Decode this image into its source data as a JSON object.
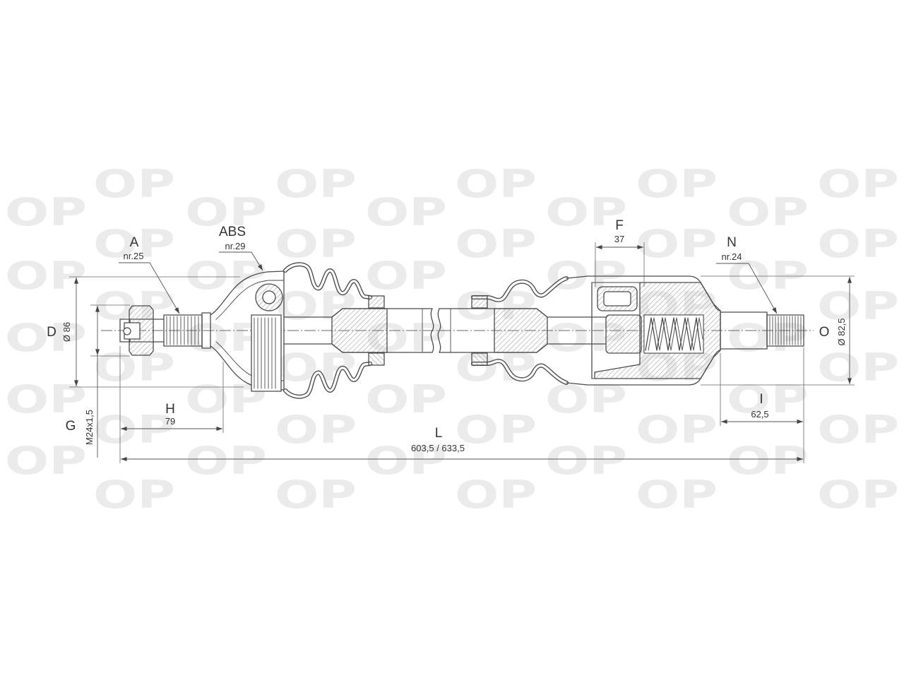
{
  "watermark": {
    "text": "OP"
  },
  "callouts": {
    "a": {
      "letter": "A",
      "note": "nr.25"
    },
    "abs": {
      "letter": "ABS",
      "note": "nr.29"
    },
    "n": {
      "letter": "N",
      "note": "nr.24"
    }
  },
  "dimensions": {
    "d": {
      "letter": "D",
      "value": "Ø 86"
    },
    "o": {
      "letter": "O",
      "value": "Ø 82,5"
    },
    "g": {
      "letter": "G",
      "value": "M24x1,5"
    },
    "h": {
      "letter": "H",
      "value": "79"
    },
    "l": {
      "letter": "L",
      "value": "603,5 / 633,5"
    },
    "i": {
      "letter": "I",
      "value": "62,5"
    },
    "f": {
      "letter": "F",
      "value": "37"
    }
  },
  "colors": {
    "line": "#4a4a4a",
    "text": "#333333",
    "watermark": "#ebebeb",
    "background": "#ffffff"
  }
}
